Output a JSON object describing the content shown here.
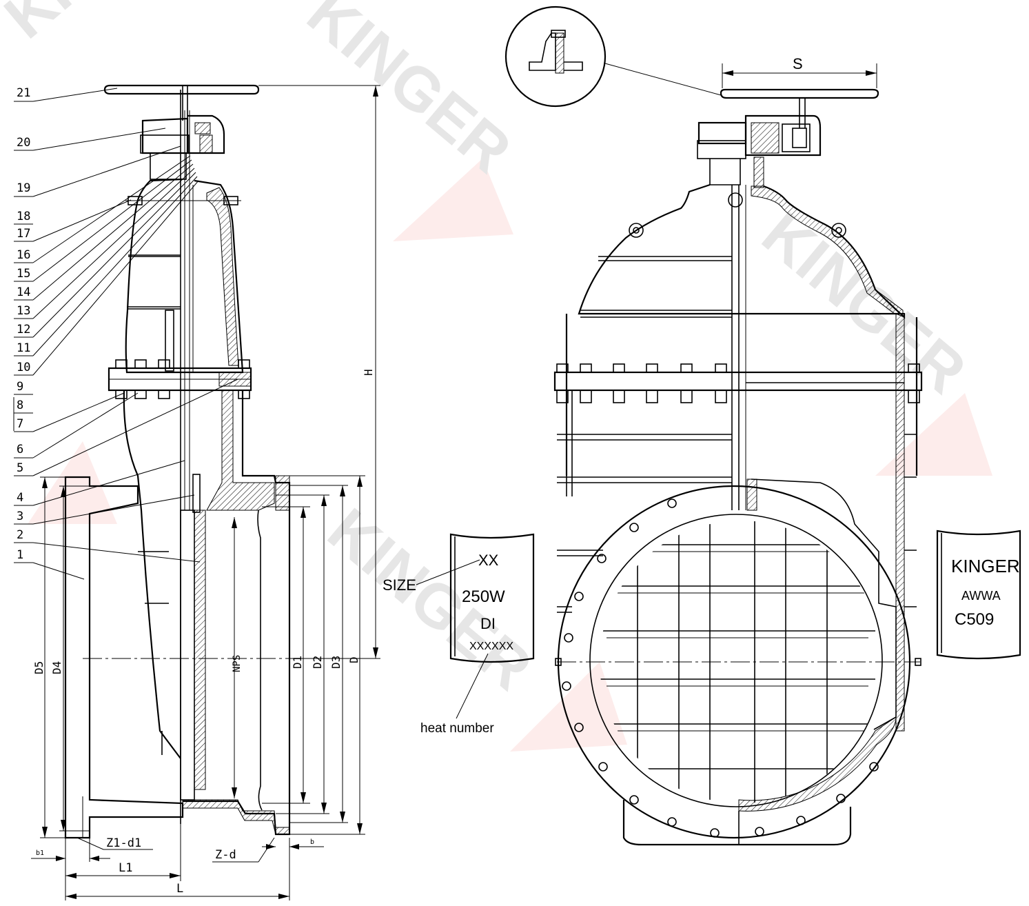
{
  "part_numbers": [
    "21",
    "20",
    "19",
    "18",
    "17",
    "16",
    "15",
    "14",
    "13",
    "12",
    "11",
    "10",
    "9",
    "8",
    "7",
    "6",
    "5",
    "4",
    "3",
    "2",
    "1"
  ],
  "dimensions": {
    "H": "H",
    "S": "S",
    "D5": "D5",
    "D4": "D4",
    "NPS": "NPS",
    "D1": "D1",
    "D2": "D2",
    "D3": "D3",
    "D": "D",
    "L": "L",
    "L1": "L1",
    "b1": "b1",
    "b": "b",
    "Z1_d1": "Z1-d1",
    "Z_d": "Z-d"
  },
  "nameplate_left": {
    "size_pointer": "SIZE",
    "size": "XX",
    "rating": "250W",
    "material": "DI",
    "heat": "XXXXXX",
    "heat_pointer": "heat number"
  },
  "nameplate_right": {
    "brand": "KINGER",
    "standard_org": "AWWA",
    "standard_no": "C509"
  },
  "watermark": {
    "text": "KINGER",
    "color": "#e8423a"
  },
  "colors": {
    "line": "#000000",
    "background": "#ffffff",
    "watermark": "#e8423a"
  }
}
